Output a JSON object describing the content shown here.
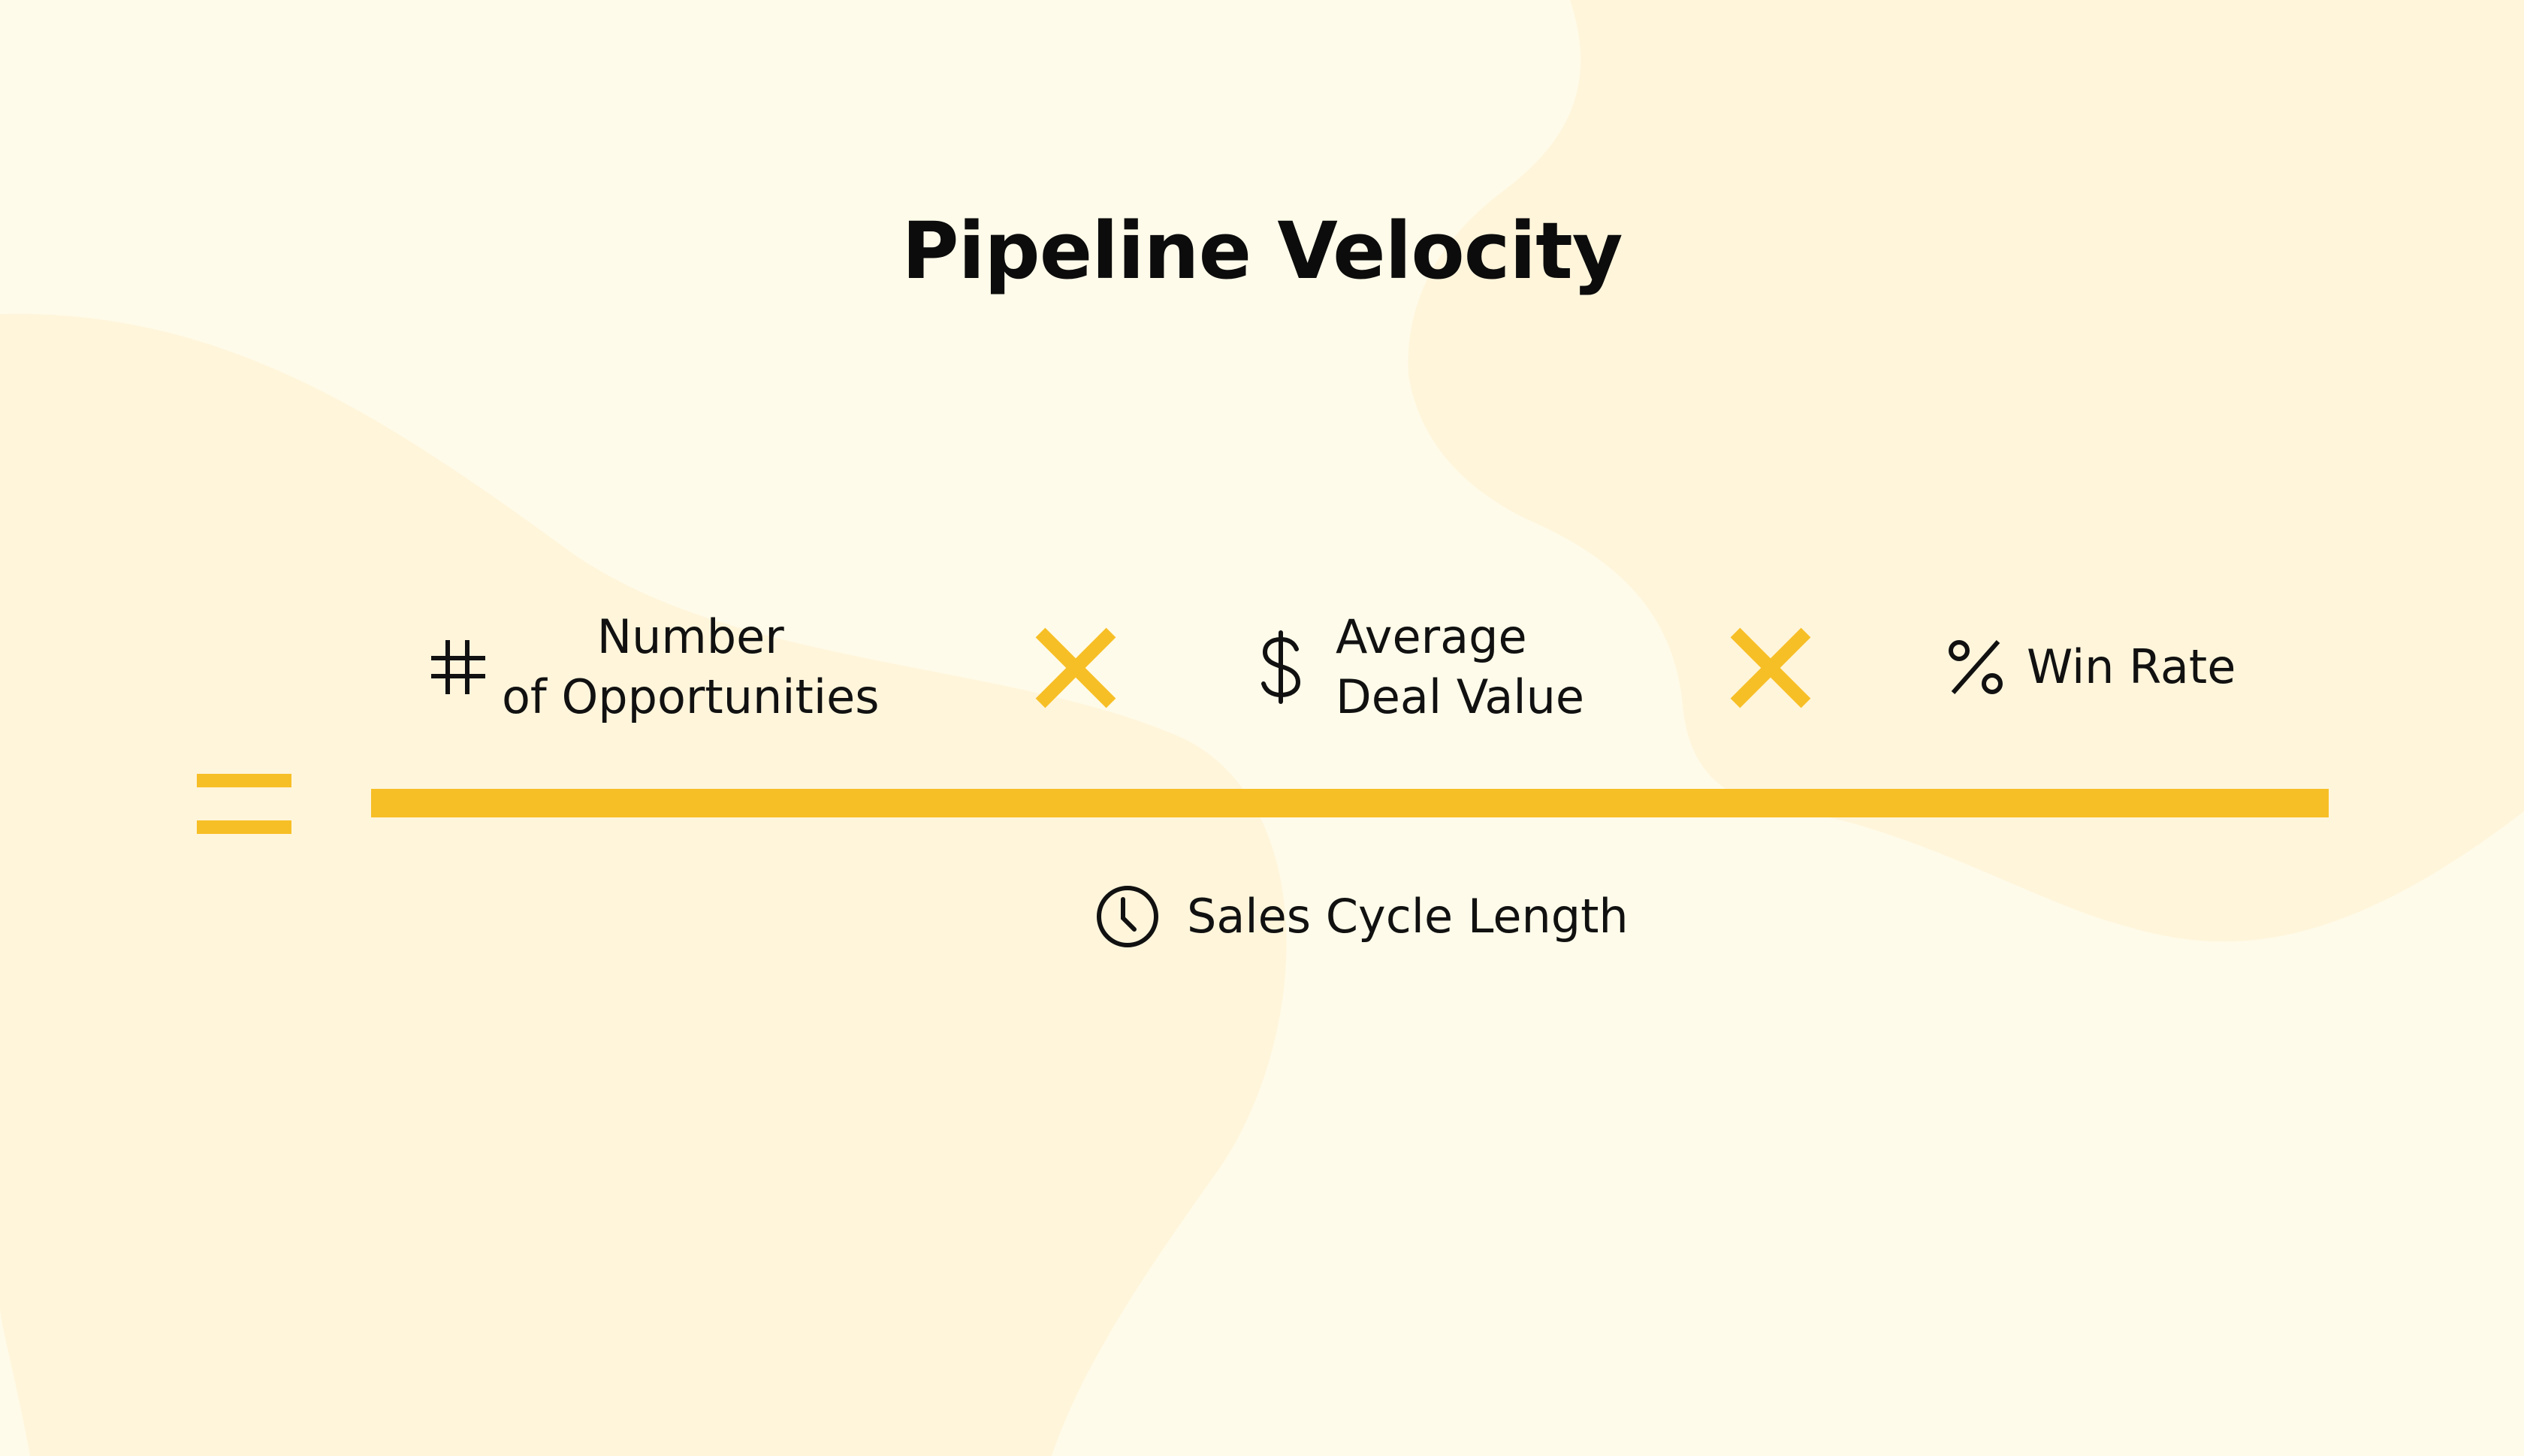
{
  "title": "Pipeline Velocity",
  "formula": {
    "numerator": [
      {
        "icon": "hash-icon",
        "lines": [
          "Number",
          "of Opportunities"
        ]
      },
      {
        "icon": "dollar-icon",
        "lines": [
          "Average",
          "Deal Value"
        ]
      },
      {
        "icon": "percent-icon",
        "lines": [
          "Win Rate"
        ]
      }
    ],
    "operators": [
      "multiply-sign",
      "multiply-sign"
    ],
    "denominator": {
      "icon": "clock-icon",
      "label": "Sales Cycle Length"
    },
    "result_operator": "equals-sign"
  },
  "colors": {
    "background": "#fffbea",
    "blob": "#fff5db",
    "accent": "#f7bf26",
    "text": "#111111"
  }
}
